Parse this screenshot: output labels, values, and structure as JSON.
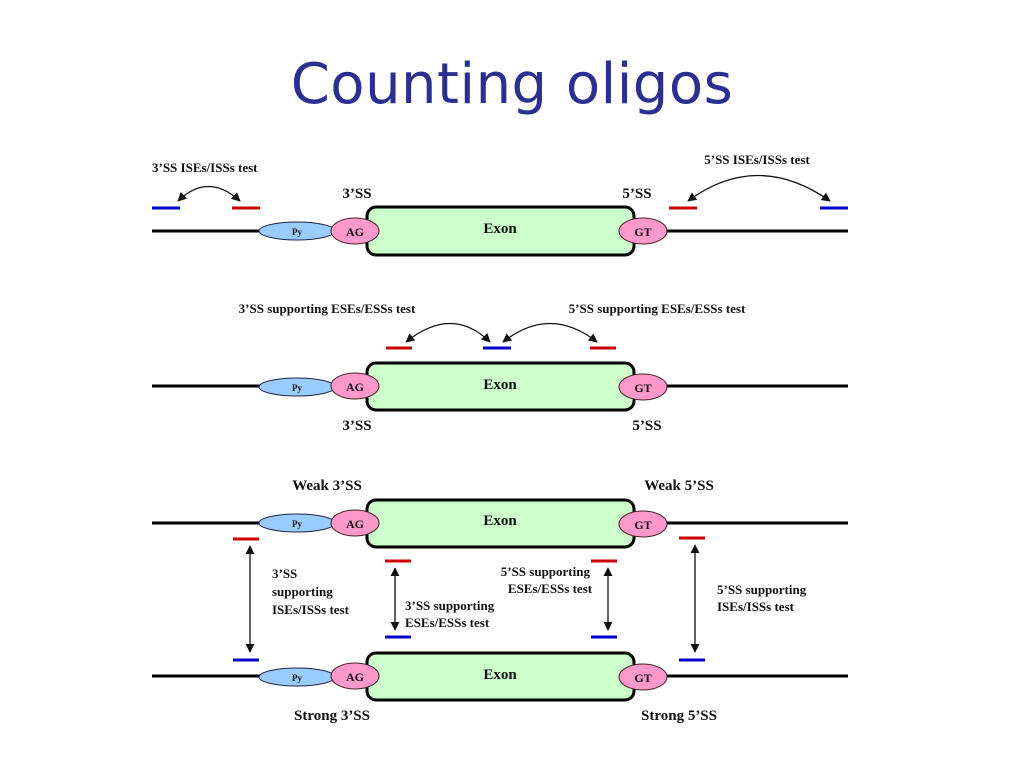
{
  "title": "Counting oligos",
  "colors": {
    "title": "#2b2f8f",
    "exon_fill": "#ccffcc",
    "py_fill": "#99ccff",
    "site_fill": "#ff99cc",
    "red_oligo": "#cc0000",
    "blue_oligo": "#0000cc"
  },
  "panel1": {
    "left_test": "3’SS ISEs/ISSs test",
    "right_test": "5’SS ISEs/ISSs test",
    "ss3": "3’SS",
    "ss5": "5’SS",
    "exon": "Exon",
    "py": "Py",
    "ag": "AG",
    "gt": "GT"
  },
  "panel2": {
    "left_test": "3’SS supporting ESEs/ESSs test",
    "right_test": "5’SS supporting ESEs/ESSs test",
    "ss3": "3’SS",
    "ss5": "5’SS",
    "exon": "Exon",
    "py": "Py",
    "ag": "AG",
    "gt": "GT"
  },
  "panel3": {
    "weak3": "Weak 3’SS",
    "weak5": "Weak 5’SS",
    "strong3": "Strong 3’SS",
    "strong5": "Strong 5’SS",
    "exon_top": "Exon",
    "exon_bottom": "Exon",
    "py": "Py",
    "ag": "AG",
    "gt": "GT",
    "ise3": [
      "3’SS",
      "supporting",
      "ISEs/ISSs test"
    ],
    "ese3": [
      "3’SS supporting",
      "ESEs/ESSs test"
    ],
    "ese5": [
      "5’SS supporting",
      "ESEs/ESSs test"
    ],
    "ise5": [
      "5’SS supporting",
      "ISEs/ISSs test"
    ]
  }
}
